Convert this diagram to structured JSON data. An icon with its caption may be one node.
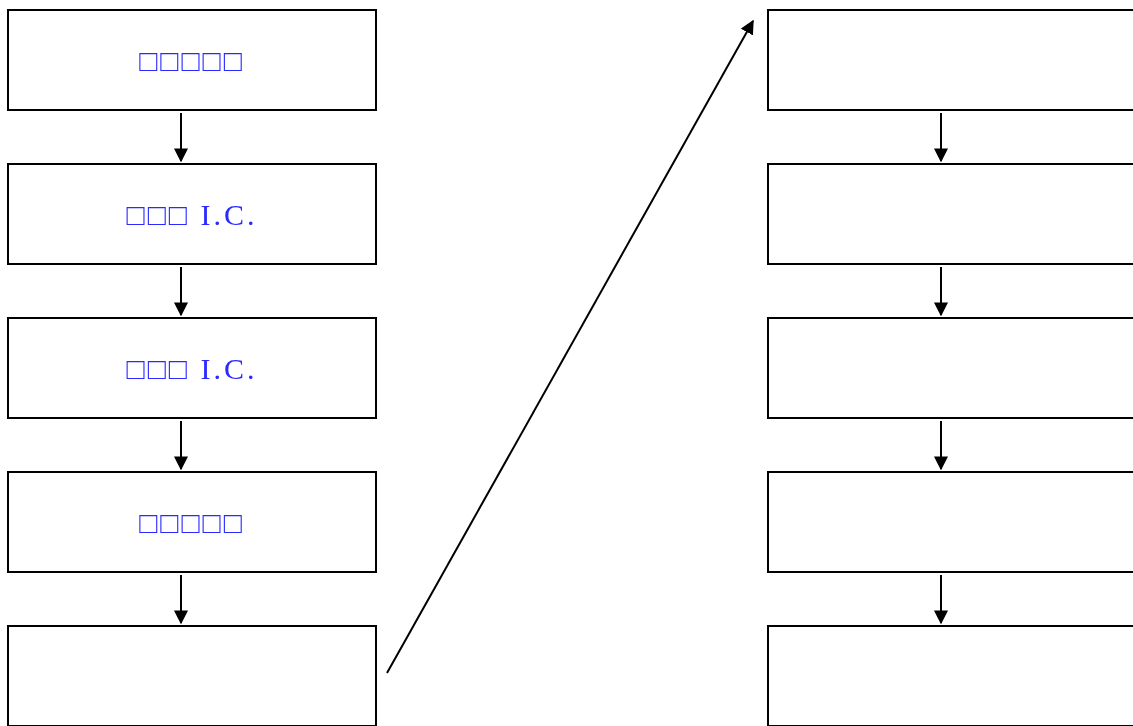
{
  "diagram": {
    "nodes": [
      {
        "text": [
          "□□□□□"
        ]
      },
      {
        "text": [
          "□□□ I.C."
        ]
      },
      {
        "text": [
          "□□□ I.C."
        ]
      },
      {
        "text": [
          "□□□□□"
        ]
      },
      {
        "text": [],
        "shape": "box"
      },
      {
        "text": [],
        "shape": "box"
      },
      {
        "text": [],
        "shape": "box"
      },
      {
        "text": [],
        "shape": "box"
      },
      {
        "text": [],
        "shape": "box"
      },
      {
        "text": [],
        "shape": "box"
      }
    ],
    "edges": [
      {
        "from": 0,
        "to": 1,
        "arrow": "to"
      },
      {
        "from": 1,
        "to": 2,
        "arrow": "to"
      },
      {
        "from": 2,
        "to": 3,
        "arrow": "to"
      },
      {
        "from": 3,
        "to": 4,
        "arrow": "to"
      },
      {
        "from": 4,
        "to": 5,
        "arrow": "to"
      },
      {
        "from": 5,
        "to": 6,
        "arrow": "to"
      },
      {
        "from": 6,
        "to": 7,
        "arrow": "to"
      },
      {
        "from": 7,
        "to": 8,
        "arrow": "to"
      },
      {
        "from": 8,
        "to": 9,
        "arrow": "to"
      }
    ]
  }
}
